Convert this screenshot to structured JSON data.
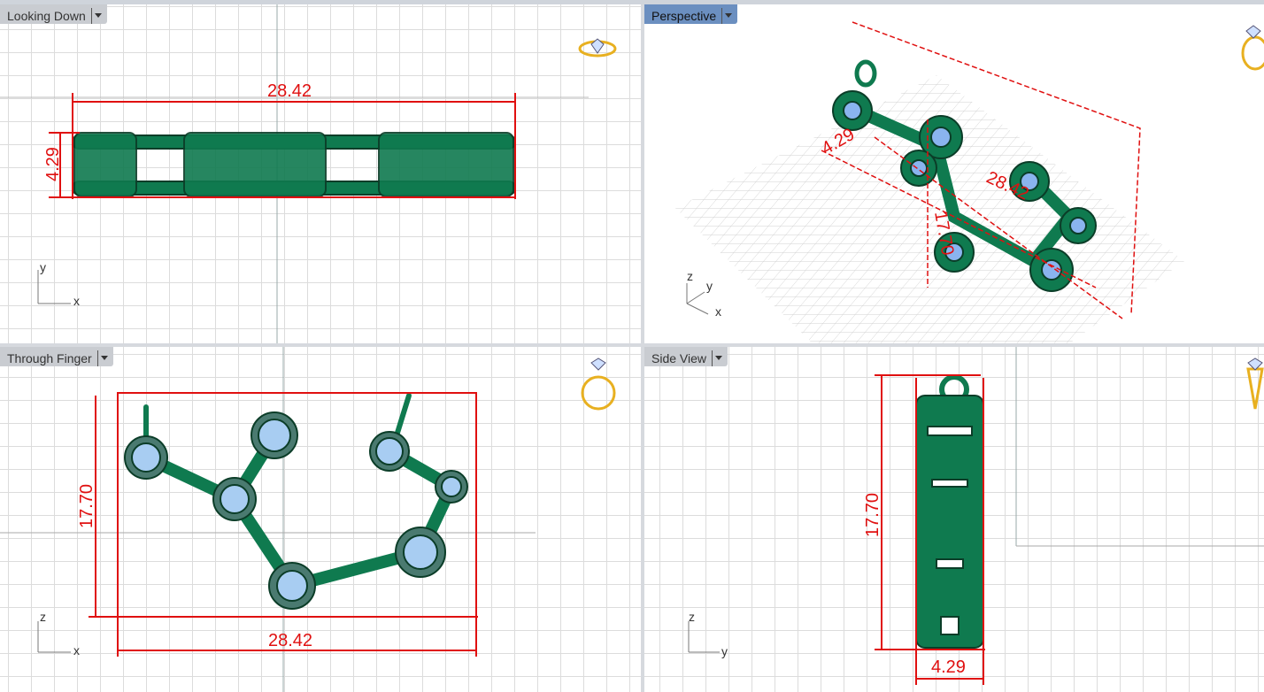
{
  "viewports": [
    {
      "title": "Looking Down",
      "dims": [
        "28.42",
        "4.29"
      ],
      "axes": [
        "y",
        "x"
      ]
    },
    {
      "title": "Perspective",
      "dims": [
        "4.29",
        "28.42",
        "17.70"
      ],
      "axes": [
        "z",
        "y",
        "x"
      ]
    },
    {
      "title": "Through Finger",
      "dims": [
        "17.70",
        "28.42"
      ],
      "axes": [
        "z",
        "x"
      ]
    },
    {
      "title": "Side View",
      "dims": [
        "17.70",
        "4.29"
      ],
      "axes": [
        "z",
        "y"
      ]
    }
  ],
  "colors": {
    "model": "#0f7a4f",
    "gem": "#a8cdf2",
    "dimension": "#e01010",
    "active_tab": "#6b8fc0"
  }
}
